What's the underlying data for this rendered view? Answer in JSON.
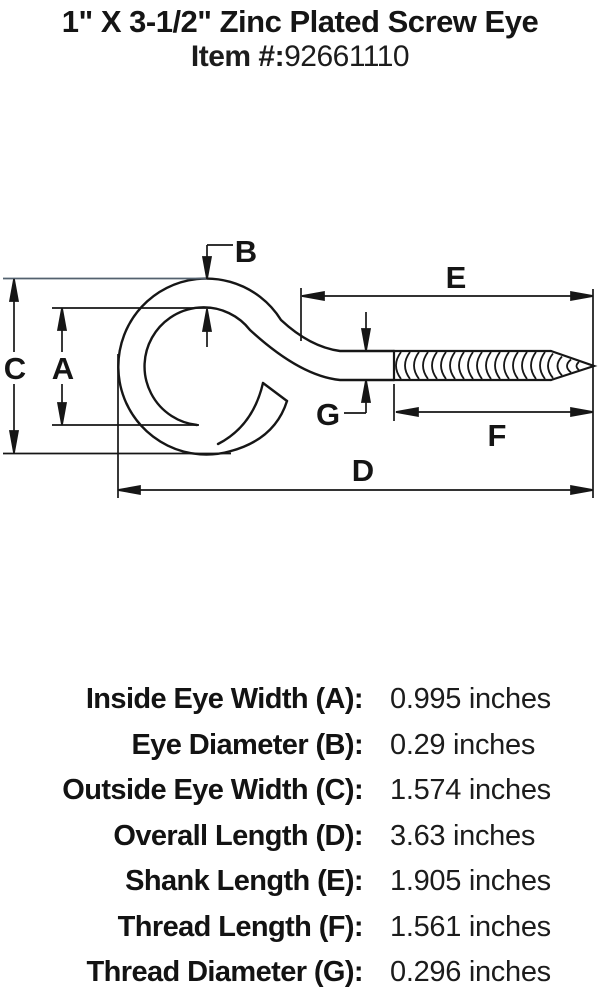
{
  "header": {
    "title": "1\" X 3-1/2\" Zinc Plated Screw Eye",
    "item_label": "Item #:",
    "item_number": "92661110"
  },
  "diagram": {
    "dimension_labels": {
      "A": "A",
      "B": "B",
      "C": "C",
      "D": "D",
      "E": "E",
      "F": "F",
      "G": "G"
    }
  },
  "specs": {
    "rows": [
      {
        "label": "Inside Eye Width (A):",
        "value": "0.995 inches"
      },
      {
        "label": "Eye Diameter (B):",
        "value": "0.29 inches"
      },
      {
        "label": "Outside Eye Width (C):",
        "value": "1.574 inches"
      },
      {
        "label": "Overall Length (D):",
        "value": "3.63 inches"
      },
      {
        "label": "Shank Length (E):",
        "value": "1.905 inches"
      },
      {
        "label": "Thread Length (F):",
        "value": "1.561 inches"
      },
      {
        "label": "Thread Diameter (G):",
        "value": "0.296 inches"
      }
    ]
  },
  "colors": {
    "ink": "#161616",
    "extension_line_accent": "#53616f"
  }
}
